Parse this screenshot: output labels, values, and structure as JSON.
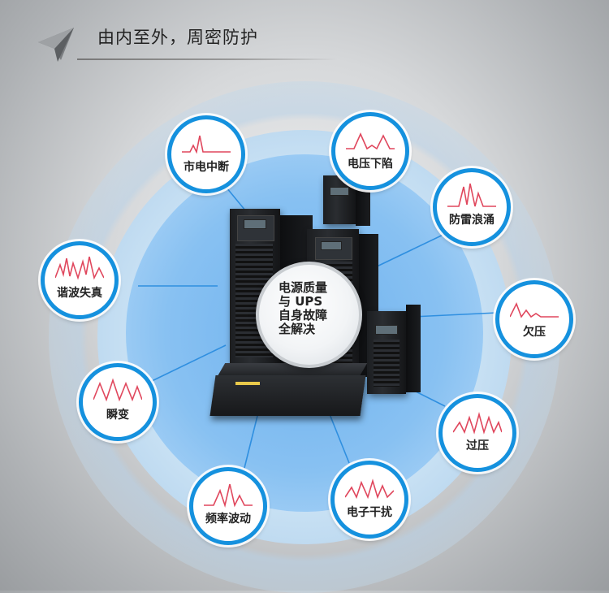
{
  "header": {
    "title": "由内至外，周密防护",
    "icon": "paper-plane-icon"
  },
  "center": {
    "lines": [
      "电源质量",
      "与 UPS",
      "自身故障",
      "全解决"
    ]
  },
  "nodes": [
    {
      "id": "outage",
      "label": "市电中断"
    },
    {
      "id": "sag",
      "label": "电压下陷"
    },
    {
      "id": "lightning",
      "label": "防雷浪涌"
    },
    {
      "id": "distortion",
      "label": "谐波失真"
    },
    {
      "id": "undervoltage",
      "label": "欠压"
    },
    {
      "id": "transient",
      "label": "瞬变"
    },
    {
      "id": "overvoltage",
      "label": "过压"
    },
    {
      "id": "frequency",
      "label": "频率波动"
    },
    {
      "id": "interference",
      "label": "电子干扰"
    }
  ],
  "colors": {
    "node_border": "#1591de",
    "wave": "#e0475d",
    "connector": "#2f8fe0"
  }
}
